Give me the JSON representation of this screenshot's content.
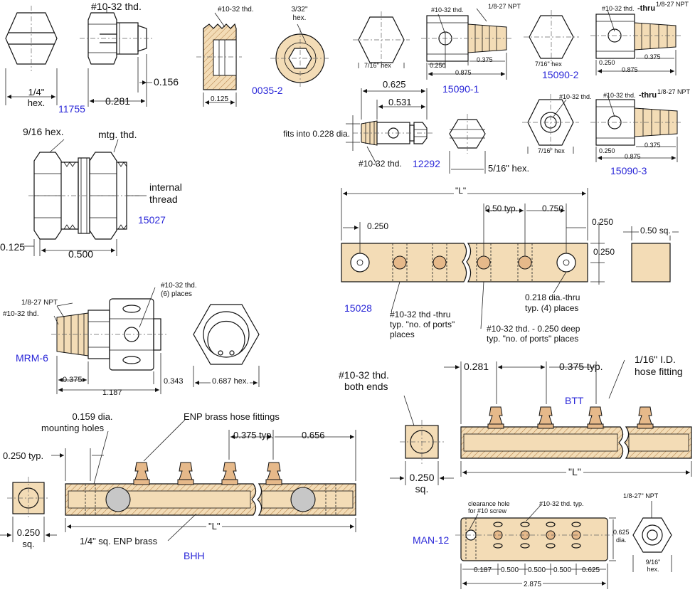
{
  "parts": {
    "p11755": {
      "id": "11755",
      "thread": "#10-32 thd.",
      "hex": "1/4\"",
      "hex_unit": "hex.",
      "dim_length": "0.281",
      "dim_tip": "0.156"
    },
    "p0035_2": {
      "id": "0035-2",
      "thread": "#10-32 thd.",
      "hex_size": "3/32\"",
      "hex_unit": "hex.",
      "dim_length": "0.125"
    },
    "p15090_1": {
      "id": "15090-1",
      "thread": "#10-32 thd.",
      "npt": "1/8-27 NPT",
      "hex": "7/16\" hex",
      "dim_a": "0.250",
      "dim_b": "0.375",
      "dim_c": "0.875"
    },
    "p15090_2": {
      "id": "15090-2",
      "thread": "#10-32 thd.",
      "thru": "-thru",
      "npt": "1/8-27 NPT",
      "hex": "7/16\" hex",
      "dim_a": "0.250",
      "dim_b": "0.375",
      "dim_c": "0.875"
    },
    "p15090_3": {
      "id": "15090-3",
      "thread": "#10-32 thd.",
      "thru": "-thru",
      "npt": "1/8-27 NPT",
      "hex": "7/16\" hex",
      "dim_a": "0.250",
      "dim_b": "0.375",
      "dim_c": "0.875"
    },
    "p12292": {
      "id": "12292",
      "dim_overall": "0.625",
      "dim_body": "0.531",
      "fits": "fits into 0.228 dia.",
      "thread": "#10-32 thd.",
      "hex": "5/16\" hex."
    },
    "p15027": {
      "id": "15027",
      "hex": "9/16 hex.",
      "mtg": "mtg. thd.",
      "internal": "internal",
      "internal2": "thread",
      "dim_flange": "0.125",
      "dim_length": "0.500"
    },
    "p15028": {
      "id": "15028",
      "L": "\"L\"",
      "pitch": "0.50 typ.",
      "end_pitch": "0.750",
      "first": "0.250",
      "edge": "0.250",
      "height": "0.250",
      "square": "0.50 sq.",
      "note_thru_1": "#10-32 thd -thru",
      "note_thru_2": "typ. \"no. of ports\"",
      "note_thru_3": "places",
      "note_deep_1": "#10-32 thd. - 0.250 deep",
      "note_deep_2": "typ. \"no. of ports\" places",
      "note_dia_1": "0.218 dia.-thru",
      "note_dia_2": "typ. (4) places"
    },
    "mrm6": {
      "id": "MRM-6",
      "npt": "1/8-27 NPT",
      "thread": "#10-32 thd.",
      "ports_1": "#10-32 thd.",
      "ports_2": "(6) places",
      "dim_a": "0.375",
      "dim_b": "1.187",
      "dim_c": "0.343",
      "hex": "0.687 hex."
    },
    "btt": {
      "id": "BTT",
      "both_1": "#10-32 thd.",
      "both_2": "both ends",
      "first": "0.281",
      "pitch": "0.375 typ.",
      "hose_1": "1/16\" I.D.",
      "hose_2": "hose fitting",
      "square": "0.250",
      "square_unit": "sq.",
      "L": "\"L\""
    },
    "bhh": {
      "id": "BHH",
      "holes_1": "0.159 dia.",
      "holes_2": "mounting holes",
      "fittings": "ENP brass hose fittings",
      "end": "0.250 typ.",
      "pitch": "0.375 typ.",
      "end_dim": "0.656",
      "square": "0.250",
      "square_unit": "sq.",
      "material": "1/4\" sq. ENP brass",
      "L": "\"L\""
    },
    "man12": {
      "id": "MAN-12",
      "clear_1": "clearance hole",
      "clear_2": "for #10 screw",
      "thread": "#10-32 thd. typ.",
      "dia": "0.625",
      "dia_unit": "dia.",
      "npt": "1/8-27\" NPT",
      "hex": "9/16\"",
      "hex_unit": "hex.",
      "d1": "0.187",
      "d2": "0.500",
      "d3": "0.500",
      "d4": "0.500",
      "d5": "0.625",
      "total": "2.875"
    }
  },
  "colors": {
    "part_number": "#2a27d8",
    "body_fill": "#f3dcb6",
    "line": "#111111"
  }
}
